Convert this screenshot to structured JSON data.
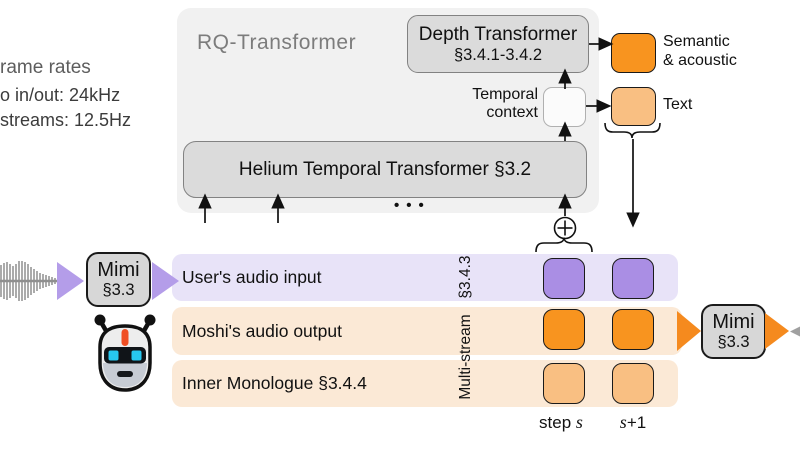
{
  "frame_rates": {
    "title_fragment": "rame rates",
    "line2_fragment": "o in/out: 24kHz",
    "line3_fragment": "streams: 12.5Hz"
  },
  "rq_transformer": {
    "title": "RQ-Transformer",
    "depth_transformer": {
      "name": "Depth Transformer",
      "section": "§3.4.1-3.4.2"
    },
    "temporal_context": {
      "line1": "Temporal",
      "line2": "context"
    },
    "helium": {
      "label": "Helium Temporal Transformer §3.2"
    },
    "ellipsis": "•••"
  },
  "token_legend": {
    "semantic_acoustic": {
      "line1": "Semantic",
      "line2": "& acoustic"
    },
    "text": "Text"
  },
  "codec": {
    "left": {
      "name": "Mimi",
      "section": "§3.3"
    },
    "right": {
      "name": "Mimi",
      "section": "§3.3"
    }
  },
  "streams": {
    "rows": [
      {
        "label": "User's audio input"
      },
      {
        "label": "Moshi's audio output"
      },
      {
        "label": "Inner Monologue §3.4.4"
      }
    ],
    "vertical_section": "§3.4.3",
    "vertical_label": "Multi-stream"
  },
  "timesteps": {
    "step_word": "step",
    "s_symbol": "s",
    "next": "+1"
  },
  "icons": {
    "waveform_left": "audio-waveform",
    "waveform_right": "audio-waveform",
    "robot": "robot-face",
    "plus_circle": "circled-plus-sum",
    "purple_arrows": "flow-triangle",
    "orange_arrows": "flow-triangle"
  },
  "colors": {
    "orange_token": "#f8941f",
    "light_orange_token": "#f9bf82",
    "purple_token": "#aa8ee4",
    "lavender_row": "#e8e3f8",
    "peach_row": "#fbe9d6",
    "purple_arrow": "#b49de9",
    "orange_arrow": "#f58a1e",
    "node_gray": "#dbdbdb",
    "rq_background": "#f1f1f1"
  }
}
